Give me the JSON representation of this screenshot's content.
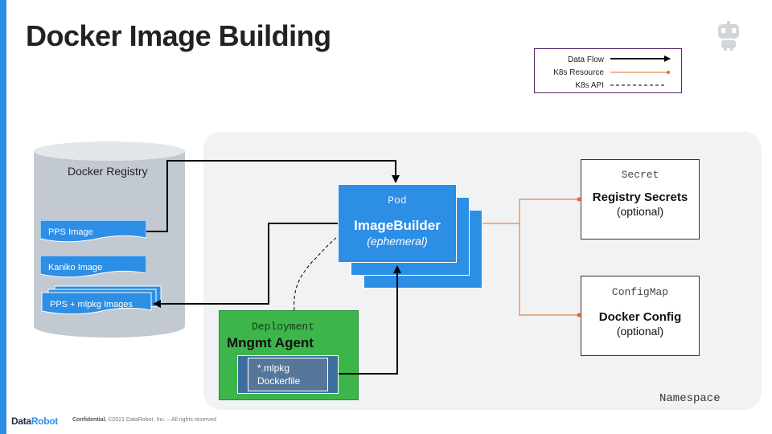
{
  "slide": {
    "title": "Docker Image Building"
  },
  "legend": {
    "data_flow": "Data Flow",
    "k8s_resource": "K8s Resource",
    "k8s_api": "K8s API"
  },
  "registry": {
    "label": "Docker Registry",
    "items": [
      "PPS Image",
      "Kaniko Image",
      "PPS + mlpkg Images"
    ]
  },
  "pod": {
    "kind": "Pod",
    "name": "ImageBuilder",
    "note": "(ephemeral)"
  },
  "secret": {
    "kind": "Secret",
    "name": "Registry Secrets",
    "note": "(optional)"
  },
  "configmap": {
    "kind": "ConfigMap",
    "name": "Docker Config",
    "note": "(optional)"
  },
  "deployment": {
    "kind": "Deployment",
    "name": "Mngmt Agent",
    "file_line1": "*.mlpkg",
    "file_line2": "Dockerfile"
  },
  "namespace": {
    "label": "Namespace"
  },
  "footer": {
    "brand_dark": "Data",
    "brand_blue": "Robot",
    "confidential": "Confidential.",
    "rights": "©2021 DataRobot, Inc. – All rights reserved"
  },
  "colors": {
    "accent_blue": "#2d8ee6",
    "k8s_orange": "#e8691c",
    "deployment_green": "#3cb54a",
    "namespace_bg": "#f1f2f3"
  },
  "icons": {
    "top_right": "robot-icon"
  }
}
